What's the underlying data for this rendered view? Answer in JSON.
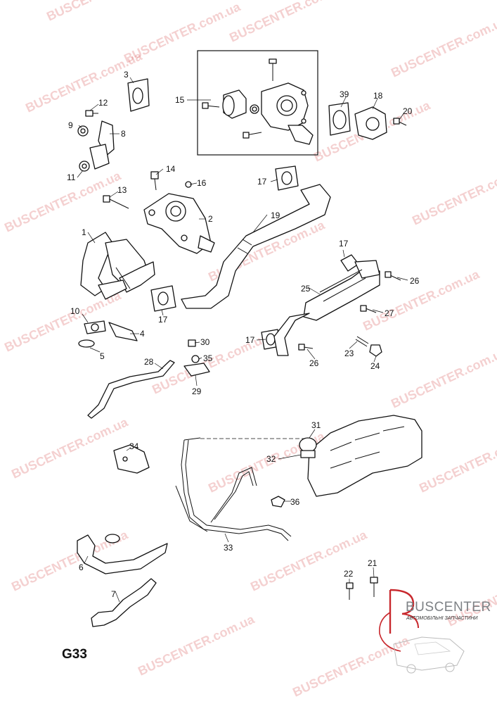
{
  "watermark": {
    "text": "BUSCENTER.com.ua",
    "color": "#e07878"
  },
  "sheet_code": "G33",
  "brand": {
    "name": "BUSCENTER",
    "tagline": "АВТОМОБІЛЬНІ ЗАПЧАСТИНИ",
    "accent_color": "#c8282d",
    "text_color": "#7d8185"
  },
  "callouts": {
    "c1": "1",
    "c2": "2",
    "c3": "3",
    "c4": "4",
    "c5": "5",
    "c6": "6",
    "c7": "7",
    "c8": "8",
    "c9": "9",
    "c10": "10",
    "c11": "11",
    "c12": "12",
    "c13": "13",
    "c14": "14",
    "c15": "15",
    "c16": "16",
    "c17a": "17",
    "c17b": "17",
    "c17c": "17",
    "c17d": "17",
    "c18": "18",
    "c19": "19",
    "c20": "20",
    "c21": "21",
    "c22": "22",
    "c23": "23",
    "c24": "24",
    "c25": "25",
    "c26a": "26",
    "c26b": "26",
    "c27": "27",
    "c28": "28",
    "c29": "29",
    "c30": "30",
    "c31": "31",
    "c32": "32",
    "c33": "33",
    "c34": "34",
    "c35": "35",
    "c36": "36",
    "c39": "39"
  }
}
